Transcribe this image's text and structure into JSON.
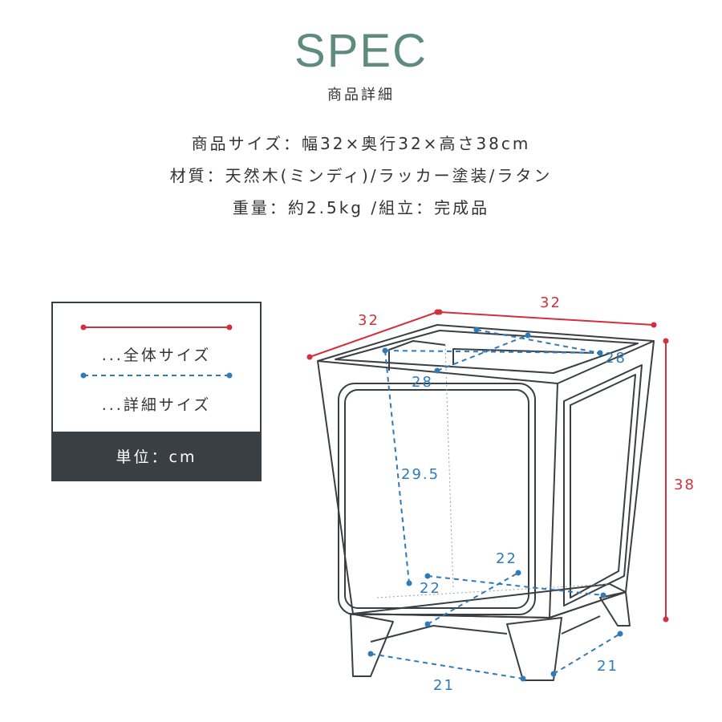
{
  "header": {
    "title": "SPEC",
    "subtitle": "商品詳細"
  },
  "spec": {
    "size": "商品サイズ：幅32×奥行32×高さ38cm",
    "material": "材質：天然木(ミンディ)/ラッカー塗装/ラタン",
    "weight": "重量：約2.5kg /組立：完成品"
  },
  "legend": {
    "overall": "...全体サイズ",
    "detail": "...詳細サイズ",
    "unit": "単位：cm"
  },
  "dimensions": {
    "overall_width": "32",
    "overall_depth": "32",
    "overall_height": "38",
    "inner_top_width": "28",
    "inner_top_depth": "28",
    "inner_height": "29.5",
    "inner_bottom_width": "22",
    "inner_bottom_depth": "22",
    "leg_width": "21",
    "leg_depth": "21"
  },
  "colors": {
    "accent_title": "#5f8a80",
    "overall_line": "#d0313c",
    "detail_line": "#2f7ab8",
    "frame": "#3a3f44"
  }
}
